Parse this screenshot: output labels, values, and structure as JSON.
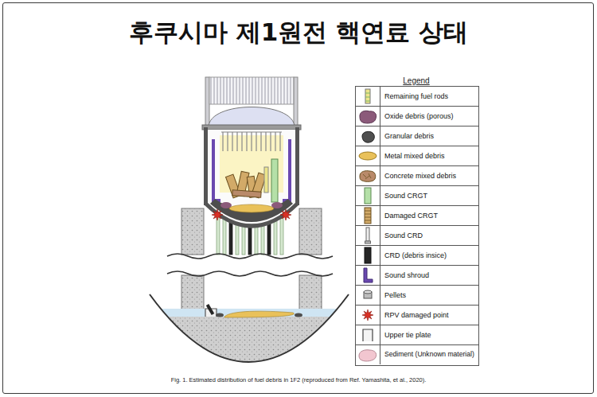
{
  "diagram": {
    "title": "후쿠시마 제1원전 핵연료 상태",
    "caption": "Fig. 1. Estimated distribution of fuel debris in 1F2 (reproduced from Ref. Yamashita, et al., 2020).",
    "labels": [
      "Legend"
    ],
    "legend": [
      {
        "text": "Remaining fuel rods"
      },
      {
        "text": "Oxide debris (porous)",
        "color": "#8b5a7a"
      },
      {
        "text": "Granular debris",
        "color": "#4f4f4f"
      },
      {
        "text": "Metal mixed debris",
        "color": "#e9c15a"
      },
      {
        "text": "Concrete mixed debris"
      },
      {
        "text": "Sound CRGT",
        "color": "#b5e0a8"
      },
      {
        "text": "Damaged CRGT"
      },
      {
        "text": "Sound CRD"
      },
      {
        "text": "CRD (debris insice)",
        "color": "#262626"
      },
      {
        "text": "Sound shroud",
        "color": "#6a48b0"
      },
      {
        "text": "Pellets"
      },
      {
        "text": "RPV damaged point",
        "color": "#d93025"
      },
      {
        "text": "Upper tie plate"
      },
      {
        "text": "Sediment (Unknown material)",
        "color": "#f2c6d0"
      }
    ]
  }
}
